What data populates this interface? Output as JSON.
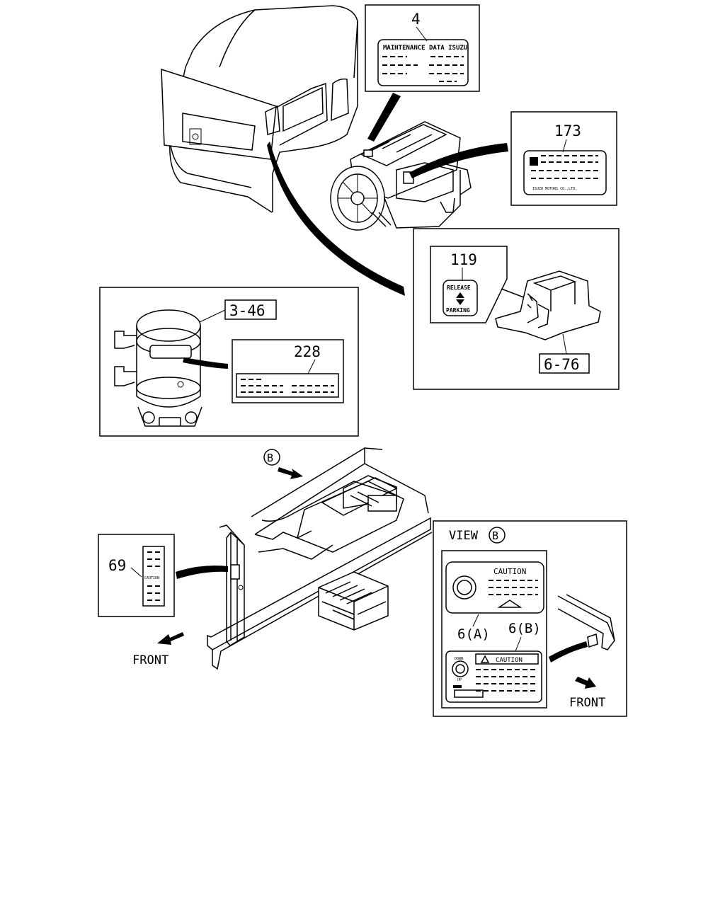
{
  "parts": {
    "maintenance_label": {
      "ref": "4",
      "title": "MAINTENANCE DATA ISUZU"
    },
    "emission_label": {
      "ref": "173",
      "footer": "ISUZU MOTORS CO.,LTD."
    },
    "parking_label": {
      "ref": "119",
      "line1": "RELEASE",
      "line2": "PARKING"
    },
    "console": {
      "ref": "6-76"
    },
    "dryer": {
      "ref": "3-46"
    },
    "dryer_label": {
      "ref": "228"
    },
    "step_label": {
      "ref": "69",
      "caution": "CAUTION"
    }
  },
  "view_b": {
    "title": "VIEW",
    "marker": "B",
    "label_a": {
      "ref": "6(A)",
      "caution": "CAUTION"
    },
    "label_b": {
      "ref": "6(B)",
      "caution": "CAUTION",
      "dial_top": "DOWN",
      "dial_bottom": "UP"
    },
    "front": "FRONT"
  },
  "chassis": {
    "marker": "B",
    "front": "FRONT"
  }
}
